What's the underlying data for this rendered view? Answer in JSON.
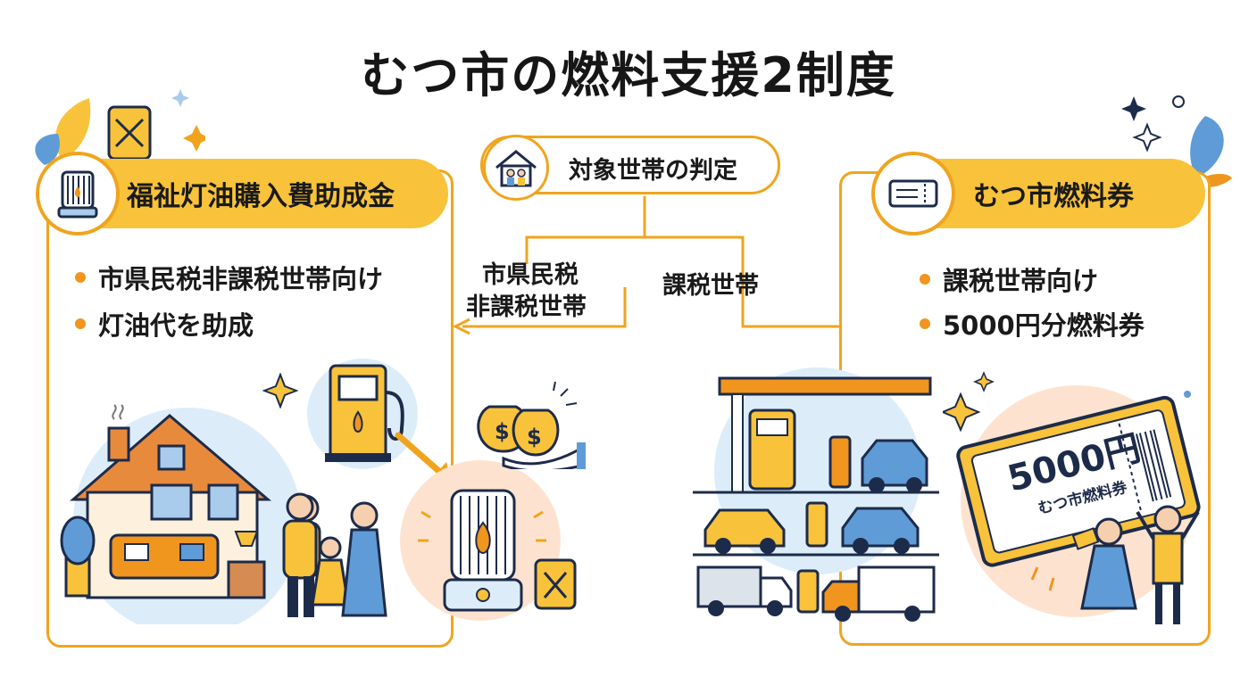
{
  "title": "むつ市の燃料支援2制度",
  "judge": {
    "label": "対象世帯の判定",
    "icon": "house-family-icon"
  },
  "branches": {
    "left_label_line1": "市県民税",
    "left_label_line2": "非課税世帯",
    "right_label": "課税世帯"
  },
  "left_program": {
    "name": "福祉灯油購入費助成金",
    "icon": "kerosene-heater-icon",
    "bullets": [
      "市県民税非課税世帯向け",
      "灯油代を助成"
    ]
  },
  "right_program": {
    "name": "むつ市燃料券",
    "icon": "ticket-icon",
    "bullets": [
      "課税世帯向け",
      "5000円分燃料券"
    ]
  },
  "ticket": {
    "amount": "5000円",
    "name": "むつ市燃料券"
  },
  "colors": {
    "accent": "#f0a41e",
    "pill": "#f8c23a",
    "bullet": "#f0951e",
    "light_blue": "#dcedf9",
    "peach": "#fde3cf",
    "navy": "#1d2b4a"
  }
}
